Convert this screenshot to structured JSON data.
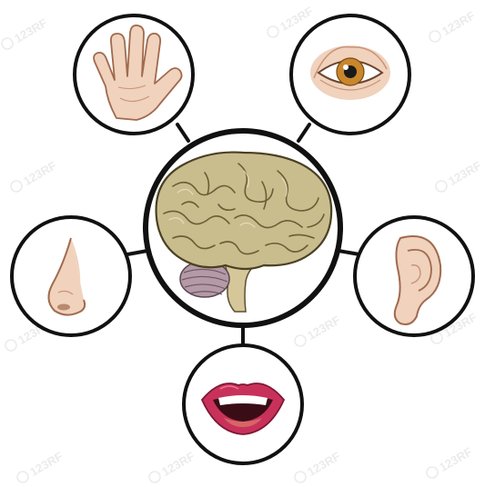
{
  "diagram": {
    "center": {
      "icon": "brain-icon"
    },
    "senses": [
      {
        "key": "touch",
        "icon": "hand-icon"
      },
      {
        "key": "sight",
        "icon": "eye-icon"
      },
      {
        "key": "smell",
        "icon": "nose-icon"
      },
      {
        "key": "hearing",
        "icon": "ear-icon"
      },
      {
        "key": "taste",
        "icon": "mouth-icon"
      }
    ],
    "colors": {
      "outline": "#111111",
      "brain": "#c9bd8e",
      "cerebellum": "#b49aa6",
      "skin": "#f0d2bd",
      "iris": "#c9862c",
      "lips": "#c8325a"
    }
  },
  "watermark": {
    "text": "123RF"
  }
}
